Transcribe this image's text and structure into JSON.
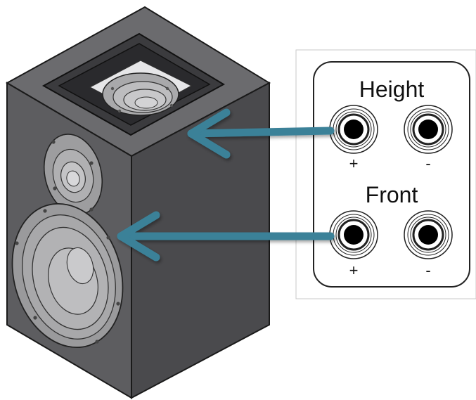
{
  "colors": {
    "background": "#ffffff",
    "speaker_front_face": "#5d5d60",
    "speaker_side_face": "#4a4a4d",
    "speaker_top_face": "#6b6b6e",
    "speaker_outline": "#1a1a1a",
    "driver_fill": "#a9a9ab",
    "driver_light": "#c8c8ca",
    "arrow": "#3a8198",
    "terminal_ring": "#222222"
  },
  "connector_panel": {
    "groups": [
      {
        "label": "Height",
        "target": "height-driver",
        "terminals": [
          {
            "polarity": "+"
          },
          {
            "polarity": "-"
          }
        ]
      },
      {
        "label": "Front",
        "target": "front-drivers",
        "terminals": [
          {
            "polarity": "+"
          },
          {
            "polarity": "-"
          }
        ]
      }
    ]
  },
  "icons": {
    "speaker": "speaker-cabinet-icon",
    "terminal": "binding-post-icon",
    "arrow": "arrow-left-icon"
  }
}
